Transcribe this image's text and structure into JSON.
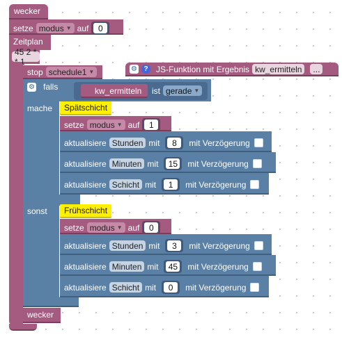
{
  "blocks": {
    "wecker_top": "wecker",
    "setze_label": "setze",
    "modus": "modus",
    "auf": "auf",
    "init_value": "0",
    "zeitplan": "Zeitplan",
    "cron": "45 2 * * 1",
    "stop": "stop",
    "schedule": "schedule1",
    "js_function_title": "JS-Funktion mit Ergebnis",
    "js_function_name": "kw_ermitteln",
    "js_more": "...",
    "falls": "falls",
    "kw_call": "kw_ermitteln",
    "ist": "ist",
    "gerade": "gerade",
    "mache": "mache",
    "sonst": "sonst",
    "wecker_bottom": "wecker"
  },
  "branch_mache": {
    "comment": "Spätschicht",
    "setze_value": "1",
    "updates": [
      {
        "action": "aktualisiere",
        "field": "Stunden",
        "mit": "mit",
        "value": "8",
        "delay": "mit Verzögerung"
      },
      {
        "action": "aktualisiere",
        "field": "Minuten",
        "mit": "mit",
        "value": "15",
        "delay": "mit Verzögerung"
      },
      {
        "action": "aktualisiere",
        "field": "Schicht",
        "mit": "mit",
        "value": "1",
        "delay": "mit Verzögerung"
      }
    ]
  },
  "branch_sonst": {
    "comment": "Frühschicht",
    "setze_value": "0",
    "updates": [
      {
        "action": "aktualisiere",
        "field": "Stunden",
        "mit": "mit",
        "value": "3",
        "delay": "mit Verzögerung"
      },
      {
        "action": "aktualisiere",
        "field": "Minuten",
        "mit": "mit",
        "value": "45",
        "delay": "mit Verzögerung"
      },
      {
        "action": "aktualisiere",
        "field": "Schicht",
        "mit": "mit",
        "value": "0",
        "delay": "mit Verzögerung"
      }
    ]
  },
  "colors": {
    "purple": "#a55b80",
    "blue": "#5b80a5",
    "comment_yellow": "#ffef00"
  }
}
